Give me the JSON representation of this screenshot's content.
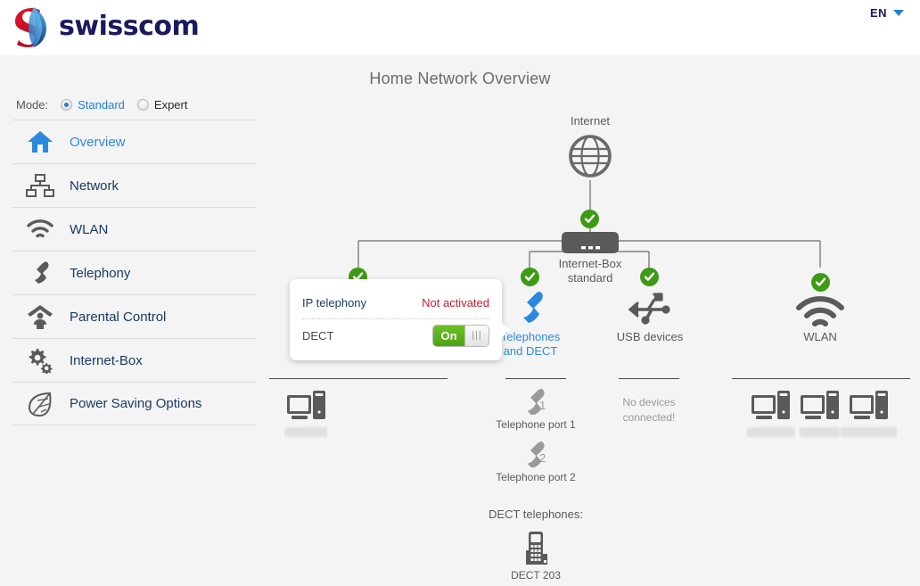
{
  "header": {
    "brand": "swisscom",
    "brand_color": "#1a1a5e",
    "logo_icon": "swisscom-lifeform-logo",
    "language": "EN",
    "language_caret_icon": "chevron-down-icon"
  },
  "page": {
    "title": "Home Network Overview"
  },
  "sidebar": {
    "mode_label": "Mode:",
    "modes": [
      {
        "label": "Standard",
        "selected": true
      },
      {
        "label": "Expert",
        "selected": false
      }
    ],
    "items": [
      {
        "label": "Overview",
        "icon": "home-icon",
        "active": true
      },
      {
        "label": "Network",
        "icon": "network-tree-icon",
        "active": false
      },
      {
        "label": "WLAN",
        "icon": "wifi-icon",
        "active": false
      },
      {
        "label": "Telephony",
        "icon": "phone-handset-icon",
        "active": false
      },
      {
        "label": "Parental Control",
        "icon": "parental-control-icon",
        "active": false
      },
      {
        "label": "Internet-Box",
        "icon": "gears-icon",
        "active": false
      },
      {
        "label": "Power Saving Options",
        "icon": "leaf-icon",
        "active": false
      }
    ]
  },
  "diagram": {
    "internet": {
      "label": "Internet",
      "icon": "globe-icon",
      "status": "ok"
    },
    "router": {
      "label_line1": "Internet-Box",
      "label_line2": "standard",
      "icon": "router-box-icon"
    },
    "branches": [
      {
        "name": "ethernet",
        "label": "",
        "status": "ok",
        "devices": [
          {
            "icon": "desktop-pc-icon",
            "label_blurred": true,
            "blur_width": 48
          }
        ]
      },
      {
        "name": "telephony",
        "label_line1": "Telephones",
        "label_line2": "and DECT",
        "icon": "phone-handset-blue-icon",
        "status": "ok",
        "is_link": true,
        "ports": [
          {
            "icon": "phone-handset-grey-icon",
            "badge": "1",
            "label": "Telephone port 1"
          },
          {
            "icon": "phone-handset-grey-icon",
            "badge": "2",
            "label": "Telephone port 2"
          }
        ],
        "dect_header": "DECT telephones:",
        "dect_devices": [
          {
            "icon": "dect-handset-icon",
            "label": "DECT 203"
          }
        ]
      },
      {
        "name": "usb",
        "label": "USB devices",
        "icon": "usb-icon",
        "status": "ok",
        "empty_line1": "No devices",
        "empty_line2": "connected!"
      },
      {
        "name": "wlan",
        "label": "WLAN",
        "icon": "wifi-icon",
        "status": "ok",
        "devices": [
          {
            "icon": "desktop-pc-icon",
            "label_blurred": true,
            "blur_width": 52
          },
          {
            "icon": "desktop-pc-icon",
            "label_blurred": true,
            "blur_width": 44
          },
          {
            "icon": "desktop-pc-icon",
            "label_blurred": true,
            "blur_width": 62
          }
        ]
      }
    ],
    "status_ok_color": "#3d9a14",
    "status_check_icon": "check-circle-icon"
  },
  "popup": {
    "ip_telephony_label": "IP telephony",
    "ip_telephony_value": "Not activated",
    "ip_telephony_value_color": "#cf1b2b",
    "dect_label": "DECT",
    "dect_toggle_state": "On",
    "dect_toggle_knob_icon": "grip-lines-icon"
  }
}
